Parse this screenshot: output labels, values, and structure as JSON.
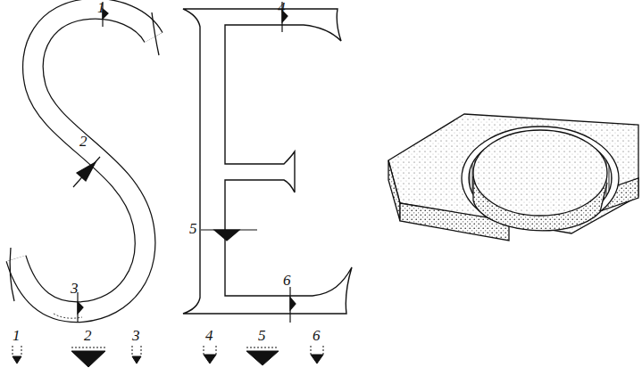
{
  "diagram": {
    "labels": [
      "1",
      "2",
      "3",
      "4",
      "5",
      "6",
      "1",
      "2",
      "3",
      "4",
      "5",
      "6"
    ]
  }
}
